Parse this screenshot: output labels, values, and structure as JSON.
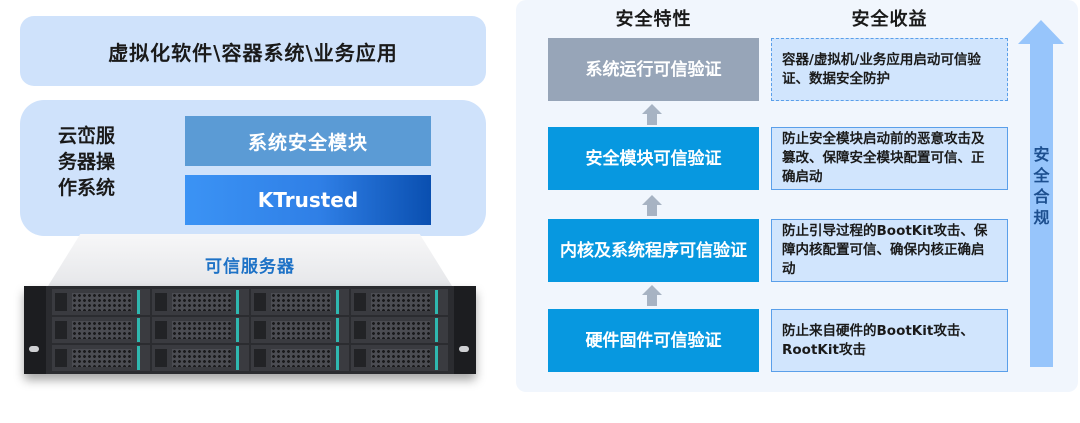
{
  "left": {
    "app_layer": "虚拟化软件\\容器系统\\业务应用",
    "os_label_lines": [
      "云峦服",
      "务器操",
      "作系统"
    ],
    "security_module": "系统安全模块",
    "ktrusted": "KTrusted",
    "server_title": "可信服务器"
  },
  "right": {
    "headers": {
      "features": "安全特性",
      "benefits": "安全收益"
    },
    "rows": [
      {
        "feature": "系统运行可信验证",
        "benefit": "容器/虚拟机/业务应用启动可信验证、数据安全防护",
        "style": "gray-dashed"
      },
      {
        "feature": "安全模块可信验证",
        "benefit": "防止安全模块启动前的恶意攻击及篡改、保障安全模块配置可信、正确启动",
        "style": "blue"
      },
      {
        "feature": "内核及系统程序可信验证",
        "benefit": "防止引导过程的BootKit攻击、保障内核配置可信、确保内核正确启动",
        "style": "blue"
      },
      {
        "feature": "硬件固件可信验证",
        "benefit": "防止来自硬件的BootKit攻击、RootKit攻击",
        "style": "blue"
      }
    ],
    "compliance_arrow_label": "安全合规"
  },
  "colors": {
    "light_blue_layer": "#cfe2fb",
    "module_blue": "#5b9bd5",
    "ktrusted_blue": "#2f7fe6",
    "feature_blue": "#0798e0",
    "feature_gray": "#97a5b8",
    "benefit_fill": "#d1e5fd",
    "benefit_border": "#5a9fea",
    "compliance_arrow": "#97c5fb",
    "server_title": "#1e72c6"
  }
}
